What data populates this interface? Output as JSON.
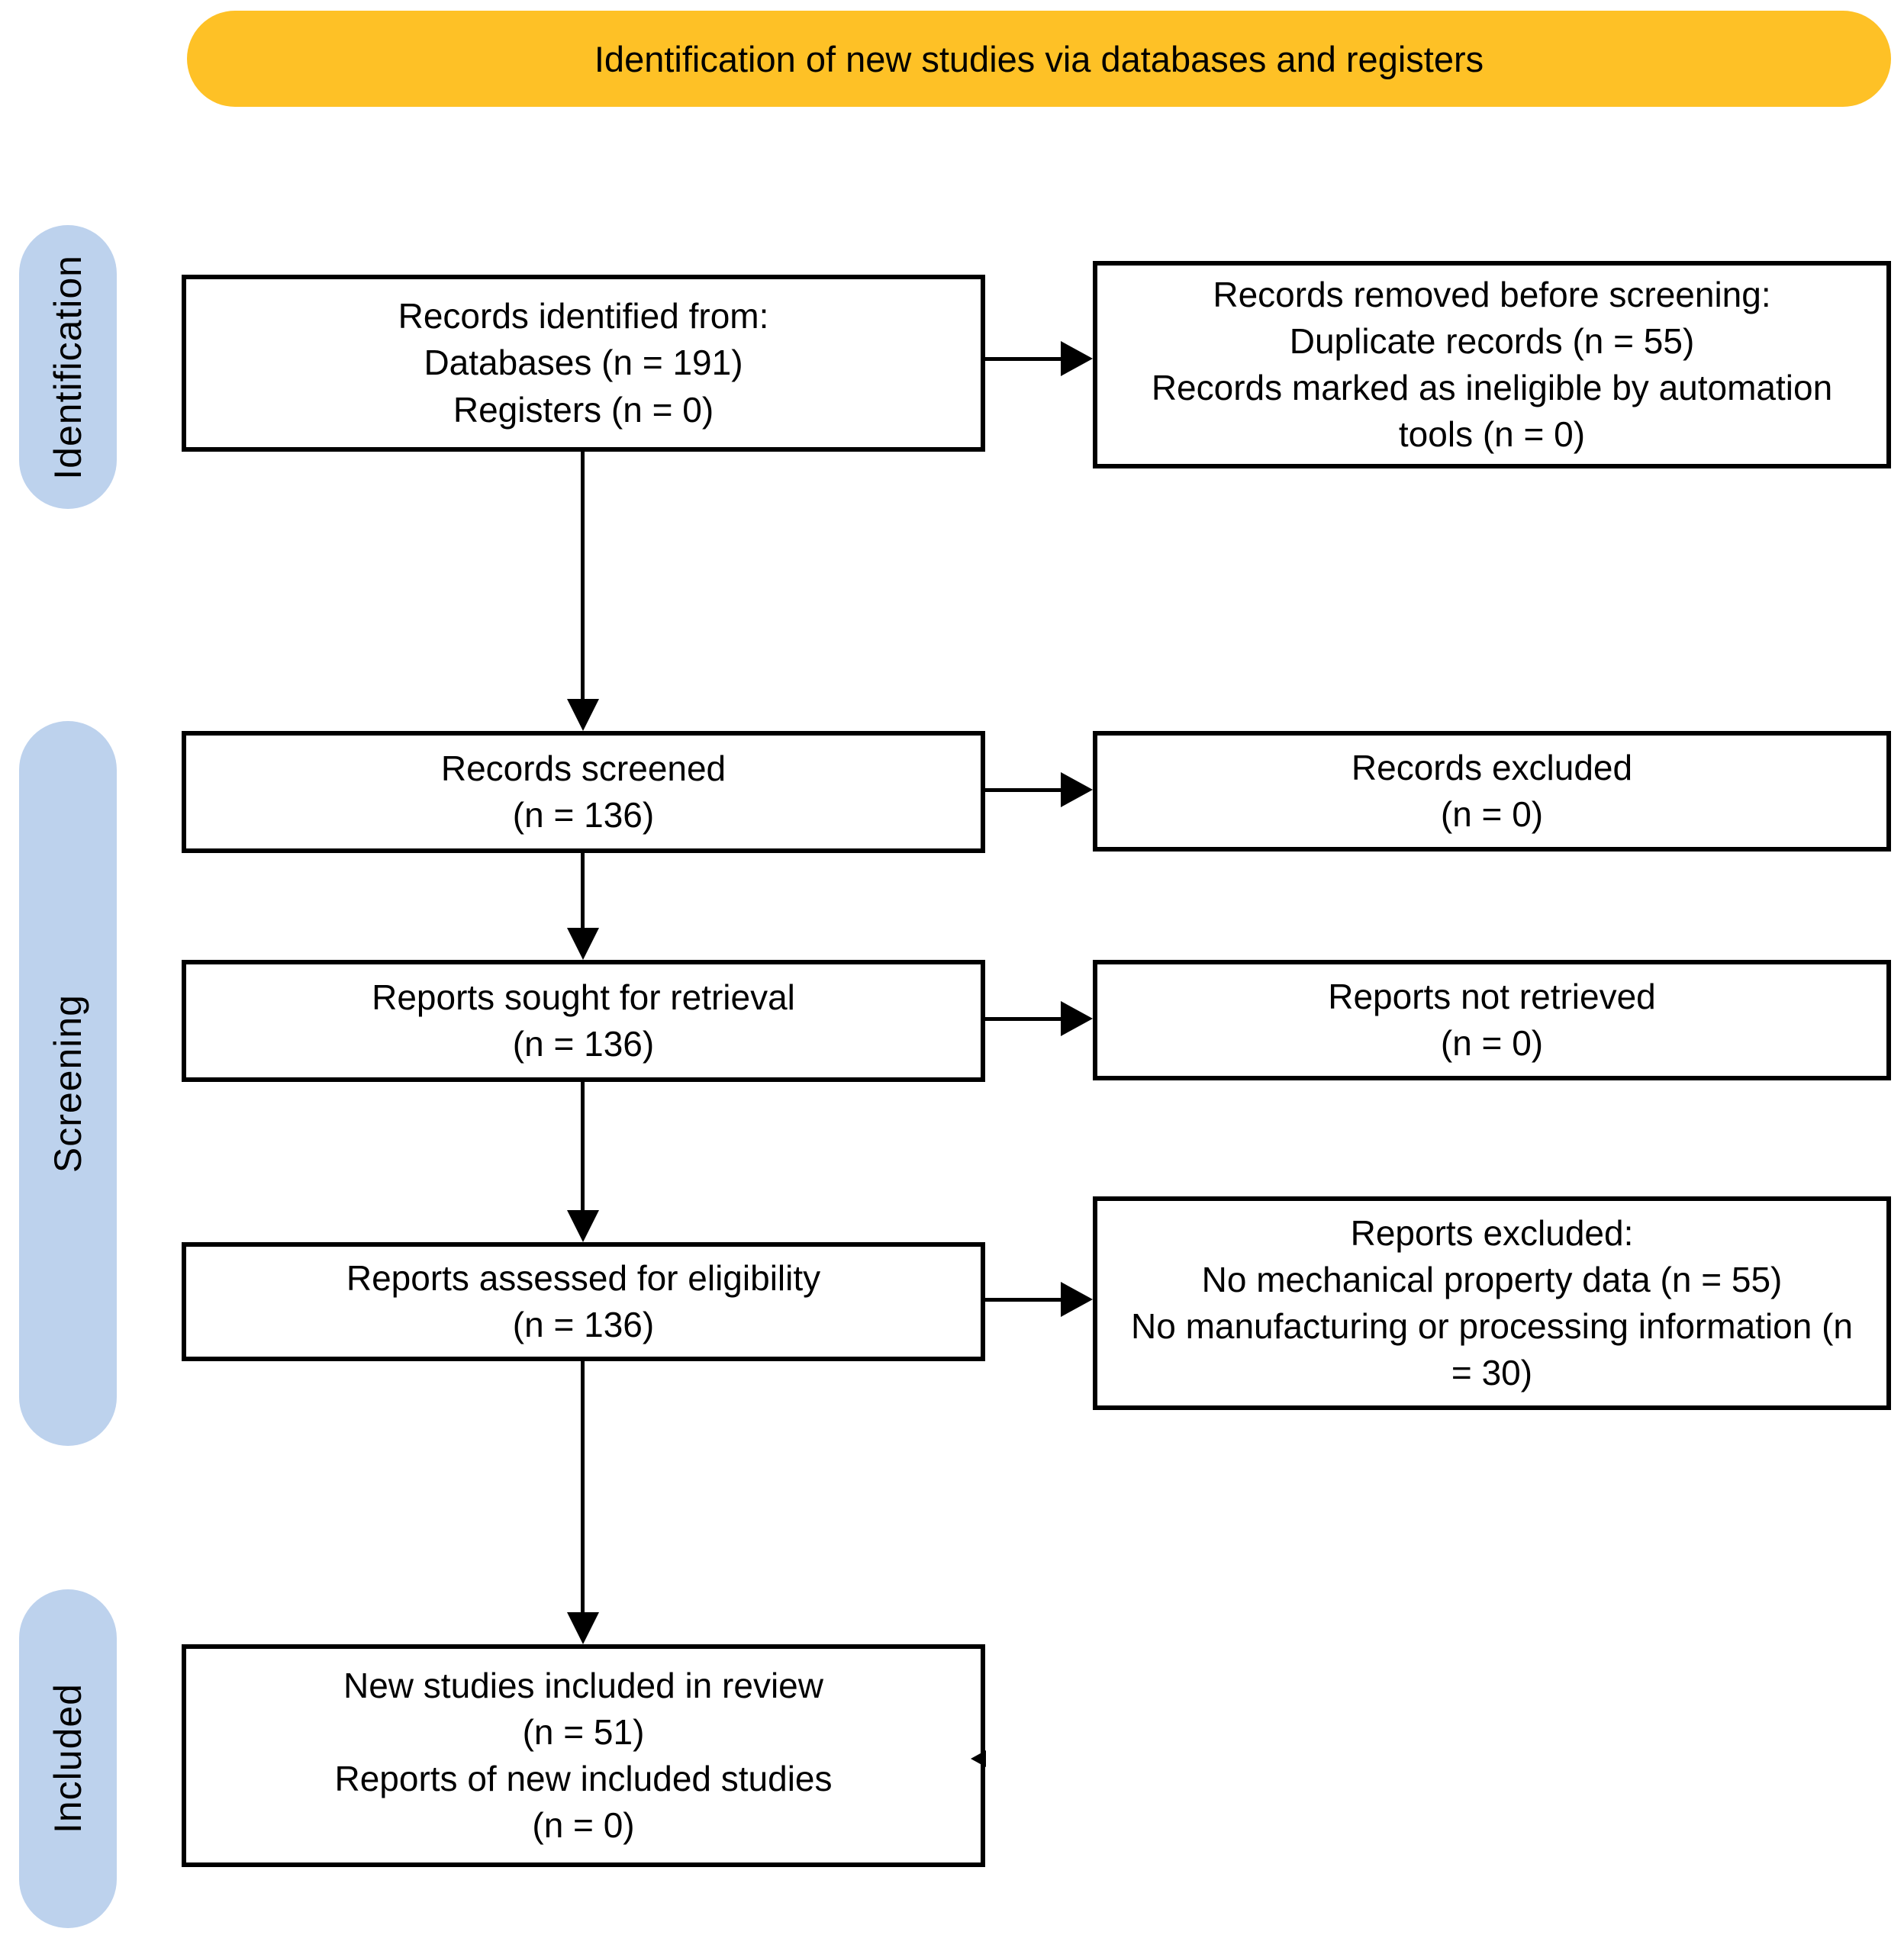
{
  "banner": {
    "label": "Identification of new studies via databases and registers"
  },
  "stages": [
    {
      "label": "Identification"
    },
    {
      "label": "Screening"
    },
    {
      "label": "Included"
    }
  ],
  "boxes": {
    "records_identified": {
      "lines": [
        "Records identified from:",
        "Databases (n = 191)",
        "Registers (n = 0)"
      ]
    },
    "records_removed": {
      "lines": [
        "Records removed before screening:",
        "Duplicate records (n = 55)",
        "Records marked as ineligible by automation tools (n = 0)"
      ]
    },
    "records_screened": {
      "lines": [
        "Records screened",
        "(n = 136)"
      ]
    },
    "records_excluded": {
      "lines": [
        "Records excluded",
        "(n = 0)"
      ]
    },
    "reports_sought": {
      "lines": [
        "Reports sought for retrieval",
        "(n = 136)"
      ]
    },
    "reports_not_retrieved": {
      "lines": [
        "Reports not retrieved",
        "(n = 0)"
      ]
    },
    "reports_assessed": {
      "lines": [
        "Reports assessed for eligibility",
        "(n = 136)"
      ]
    },
    "reports_excluded": {
      "lines": [
        "Reports excluded:",
        "No mechanical property data (n = 55)",
        "No manufacturing or processing information (n = 30)"
      ]
    },
    "new_studies_included": {
      "lines": [
        "New studies included in review",
        "(n = 51)",
        "Reports of new included studies",
        "(n = 0)"
      ]
    }
  },
  "colors": {
    "banner_bg": "#FEC126",
    "stage_bg": "#BDD2ED",
    "box_border": "#000000",
    "arrow": "#000000"
  }
}
